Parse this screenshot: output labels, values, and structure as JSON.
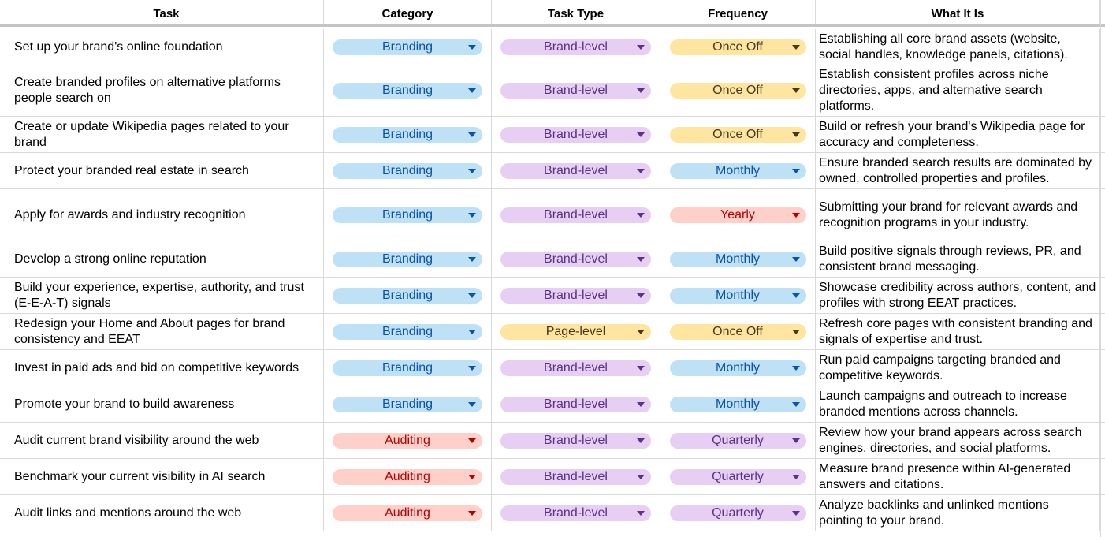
{
  "headers": {
    "task": "Task",
    "category": "Category",
    "task_type": "Task Type",
    "frequency": "Frequency",
    "what_it_is": "What It Is"
  },
  "colors": {
    "header_border": "#c4c4c4",
    "grid": "#d9d9d9",
    "branding_chip": "#bfe1f6",
    "auditing_chip": "#ffcfc9",
    "brand_level_chip": "#e6cff2",
    "page_level_chip": "#ffe5a0"
  },
  "rows": [
    {
      "task": "Set up your brand's online foundation",
      "category": "Branding",
      "task_type": "Brand-level",
      "frequency": "Once Off",
      "desc": "Establishing all core brand assets (website, social handles, knowledge panels, citations)."
    },
    {
      "task": "Create branded profiles on alternative platforms people search on",
      "category": "Branding",
      "task_type": "Brand-level",
      "frequency": "Once Off",
      "desc": "Establish consistent profiles across niche directories, apps, and alternative search platforms."
    },
    {
      "task": "Create or update Wikipedia pages related to your brand",
      "category": "Branding",
      "task_type": "Brand-level",
      "frequency": "Once Off",
      "desc": "Build or refresh your brand's Wikipedia page for accuracy and completeness."
    },
    {
      "task": "Protect your branded real estate in search",
      "category": "Branding",
      "task_type": "Brand-level",
      "frequency": "Monthly",
      "desc": "Ensure branded search results are dominated by owned, controlled properties and profiles."
    },
    {
      "task": "Apply for awards and industry recognition",
      "category": "Branding",
      "task_type": "Brand-level",
      "frequency": "Yearly",
      "desc": "Submitting your brand for relevant awards and recognition programs in your industry."
    },
    {
      "task": "Develop a strong online reputation",
      "category": "Branding",
      "task_type": "Brand-level",
      "frequency": "Monthly",
      "desc": "Build positive signals through reviews, PR, and consistent brand messaging."
    },
    {
      "task": "Build your experience, expertise, authority, and trust (E-E-A-T) signals",
      "category": "Branding",
      "task_type": "Brand-level",
      "frequency": "Monthly",
      "desc": "Showcase credibility across authors, content, and profiles with strong EEAT practices."
    },
    {
      "task": "Redesign your Home and About pages for brand consistency and EEAT",
      "category": "Branding",
      "task_type": "Page-level",
      "frequency": "Once Off",
      "desc": "Refresh core pages with consistent branding and signals of expertise and trust."
    },
    {
      "task": "Invest in paid ads and bid on competitive keywords",
      "category": "Branding",
      "task_type": "Brand-level",
      "frequency": "Monthly",
      "desc": "Run paid campaigns targeting branded and competitive keywords."
    },
    {
      "task": "Promote your brand to build awareness",
      "category": "Branding",
      "task_type": "Brand-level",
      "frequency": "Monthly",
      "desc": "Launch campaigns and outreach to increase branded mentions across channels."
    },
    {
      "task": "Audit current brand visibility around the web",
      "category": "Auditing",
      "task_type": "Brand-level",
      "frequency": "Quarterly",
      "desc": "Review how your brand appears across search engines, directories, and social platforms."
    },
    {
      "task": "Benchmark your current visibility in AI search",
      "category": "Auditing",
      "task_type": "Brand-level",
      "frequency": "Quarterly",
      "desc": "Measure brand presence within AI-generated answers and citations."
    },
    {
      "task": "Audit links and mentions around the web",
      "category": "Auditing",
      "task_type": "Brand-level",
      "frequency": "Quarterly",
      "desc": "Analyze backlinks and unlinked mentions pointing to your brand."
    }
  ]
}
